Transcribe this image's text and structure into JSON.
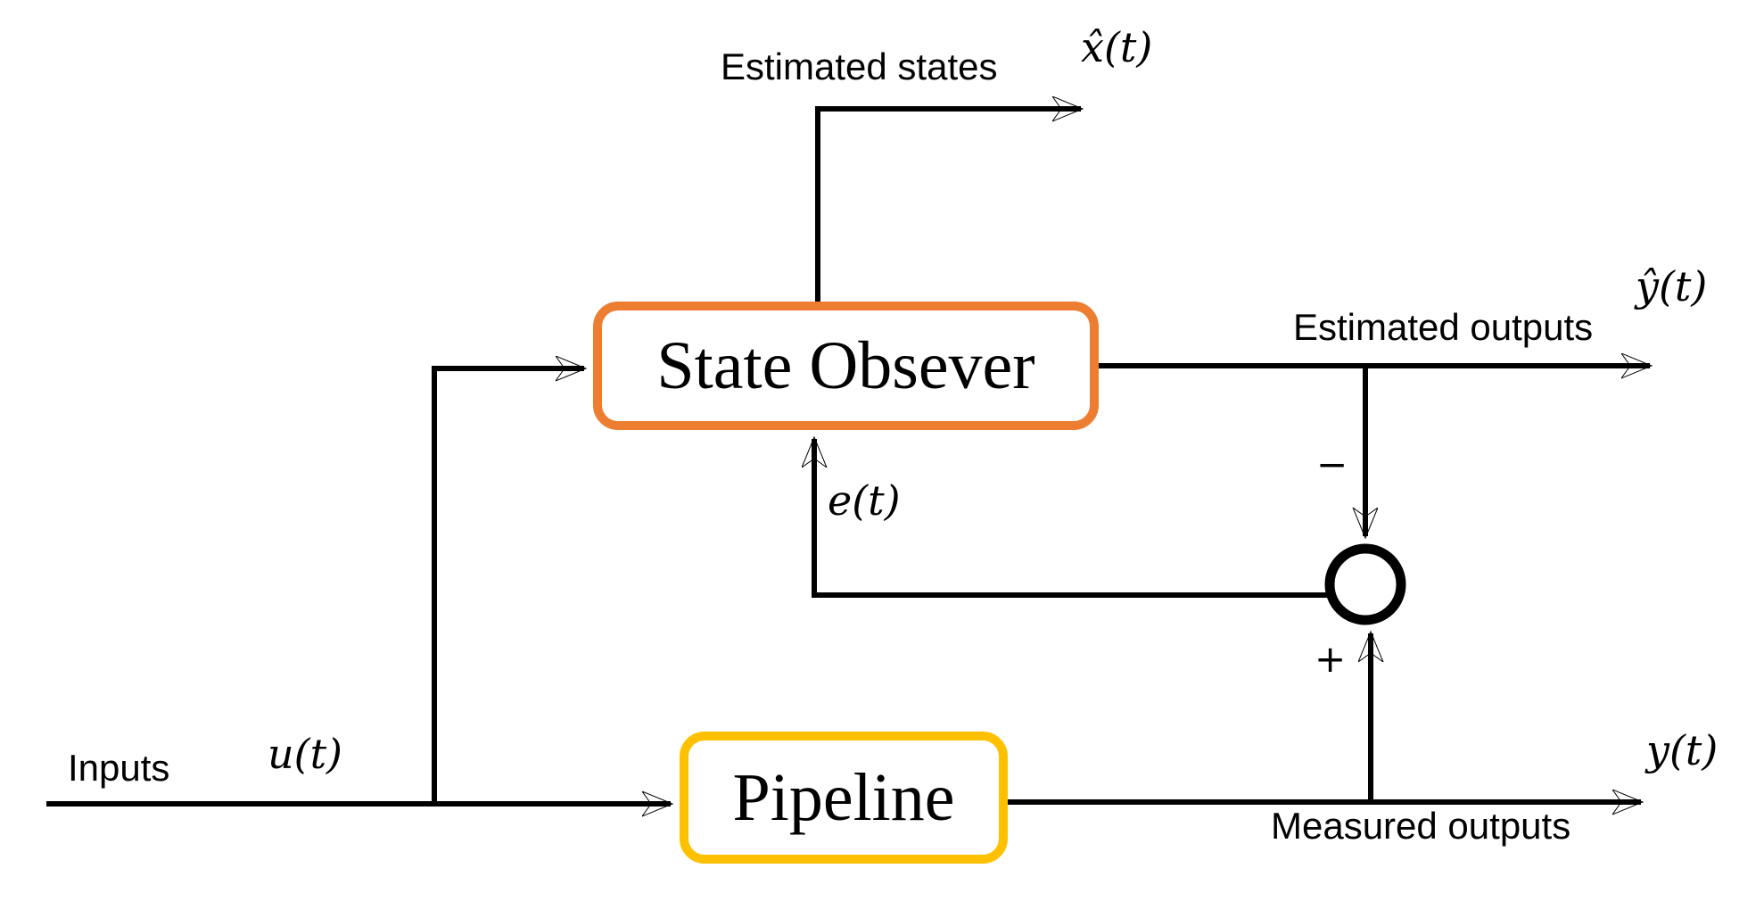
{
  "blocks": {
    "observer": {
      "label": "State Obsever",
      "border_color": "#ED7D31"
    },
    "pipeline": {
      "label": "Pipeline",
      "border_color": "#FFC000"
    }
  },
  "labels": {
    "estimated_states": "Estimated states",
    "x_hat": "x̂(t)",
    "estimated_outputs": "Estimated outputs",
    "y_hat": "ŷ(t)",
    "minus_sign": "−",
    "error_signal": "e(t)",
    "plus_sign": "+",
    "inputs": "Inputs",
    "input_signal": "u(t)",
    "measured_outputs": "Measured outputs",
    "output_signal": "y(t)"
  },
  "colors": {
    "wire": "#000000",
    "background": "#FFFFFF",
    "observer_border": "#ED7D31",
    "pipeline_border": "#FFC000"
  }
}
